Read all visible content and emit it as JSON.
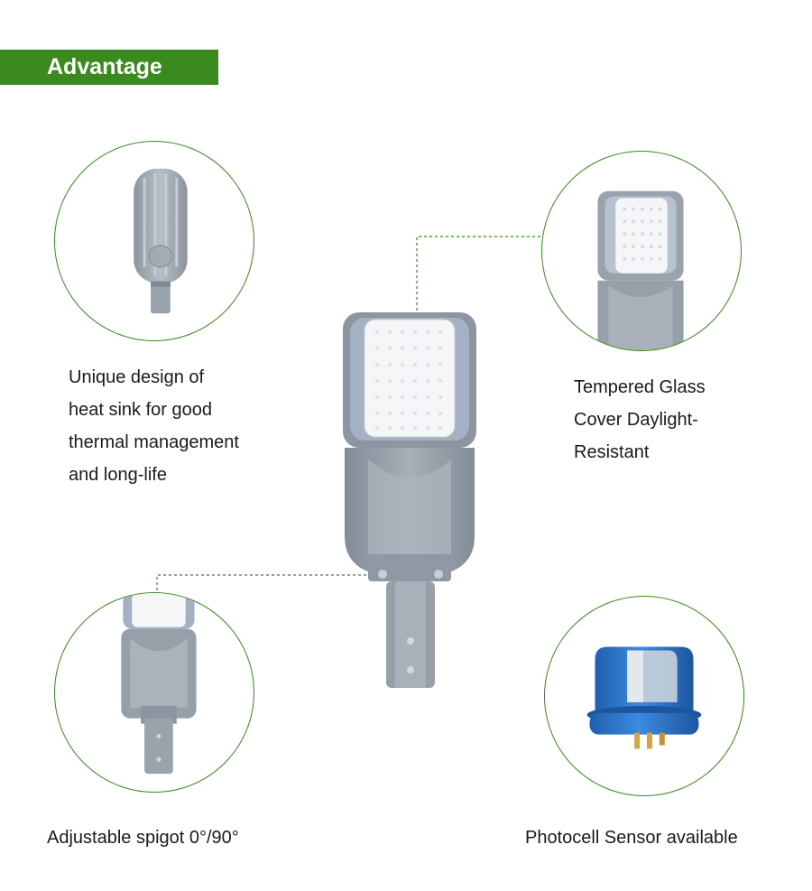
{
  "header": {
    "title": "Advantage"
  },
  "features": {
    "heat_sink": {
      "lines": [
        "Unique design of",
        "heat sink for good",
        "thermal management",
        "and long-life"
      ]
    },
    "glass_cover": {
      "lines": [
        "Tempered Glass",
        "Cover Daylight-",
        "Resistant"
      ]
    },
    "spigot": {
      "lines": [
        "Adjustable spigot 0°/90°"
      ]
    },
    "photocell": {
      "lines": [
        "Photocell Sensor available"
      ]
    }
  },
  "colors": {
    "accent_green": "#3a8a1f",
    "lamp_body_gray": "#9aa2ac",
    "led_panel_white": "#f4f6f8",
    "photocell_blue": "#2a6fc0"
  }
}
